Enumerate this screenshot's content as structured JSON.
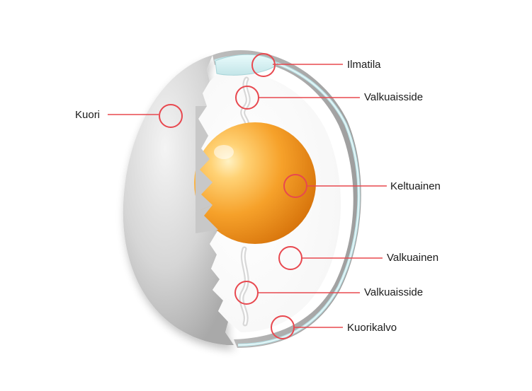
{
  "diagram": {
    "labels": {
      "kuori": "Kuori",
      "ilmatila": "Ilmatila",
      "valkuaisside_top": "Valkuaisside",
      "keltuainen": "Keltuainen",
      "valkuainen": "Valkuainen",
      "valkuaisside_bottom": "Valkuaisside",
      "kuorikalvo": "Kuorikalvo"
    },
    "colors": {
      "marker": "#e8484f",
      "leader": "#e8484f",
      "shell": "#c9c9c9",
      "membrane": "#cdeef0",
      "yolk": "#f29a1c",
      "white": "#ffffff"
    }
  }
}
